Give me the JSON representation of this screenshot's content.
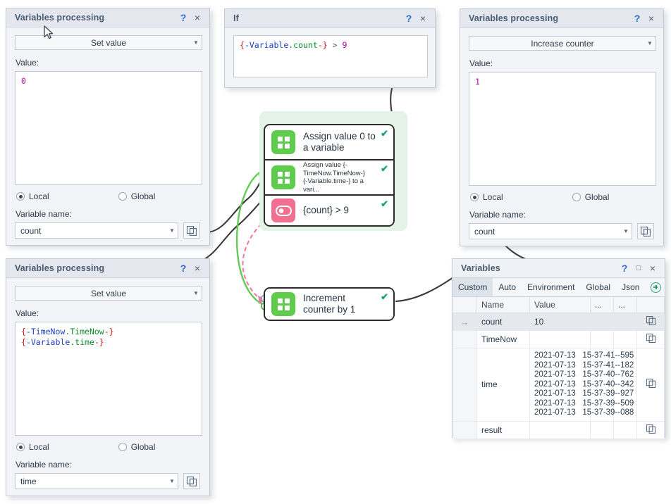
{
  "dialogs": {
    "set_value_count": {
      "title": "Variables processing",
      "help_icon": "?",
      "close_icon": "×",
      "action": "Set value",
      "value_label": "Value:",
      "value_code": "0",
      "scope_local": "Local",
      "scope_global": "Global",
      "scope_selected": "Local",
      "varname_label": "Variable name:",
      "varname_value": "count",
      "copy_icon": "copy-icon"
    },
    "if_condition": {
      "title": "If",
      "help_icon": "?",
      "close_icon": "×",
      "expression": "{-Variable.count-} > 9",
      "expr_tokens": {
        "open_brace": "{",
        "namespace": "-Variable",
        "property": ".count",
        "close_brace": "-}",
        "operator": " > ",
        "number": "9"
      }
    },
    "increase_counter": {
      "title": "Variables processing",
      "help_icon": "?",
      "close_icon": "×",
      "action": "Increase counter",
      "value_label": "Value:",
      "value_code": "1",
      "scope_local": "Local",
      "scope_global": "Global",
      "scope_selected": "Local",
      "varname_label": "Variable name:",
      "varname_value": "count",
      "copy_icon": "copy-icon"
    },
    "set_value_time": {
      "title": "Variables processing",
      "help_icon": "?",
      "close_icon": "×",
      "action": "Set value",
      "value_label": "Value:",
      "value_line1": {
        "open_brace": "{",
        "namespace": "-TimeNow",
        "property": ".TimeNow",
        "close_brace": "-}"
      },
      "value_line2": {
        "open_brace": "{",
        "namespace": "-Variable",
        "property": ".time",
        "close_brace": "-}"
      },
      "scope_local": "Local",
      "scope_global": "Global",
      "scope_selected": "Local",
      "varname_label": "Variable name:",
      "varname_value": "time",
      "copy_icon": "copy-icon"
    }
  },
  "flow": {
    "group_nodes": [
      {
        "label": "Assign value 0 to a variable",
        "icon": "grid-squares-icon",
        "icon_color": "#5fcc4e",
        "status_icon": "check-icon",
        "size": "normal"
      },
      {
        "label": "Assign value {-TimeNow.TimeNow-} {-Variable.time-} to a vari…",
        "icon": "grid-squares-icon",
        "icon_color": "#5fcc4e",
        "status_icon": "check-icon",
        "size": "small",
        "lines": [
          "Assign value {-",
          "TimeNow.TimeNow-}",
          "{-Variable.time-} to a vari..."
        ]
      },
      {
        "label": "{count} > 9",
        "icon": "toggle-switch-icon",
        "icon_color": "#f2708f",
        "status_icon": "check-icon",
        "size": "normal"
      }
    ],
    "standalone_node": {
      "label": "Increment counter by 1",
      "icon": "grid-squares-icon",
      "icon_color": "#5fcc4e",
      "status_icon": "check-icon"
    },
    "connector_colors": {
      "success": "#63cc55",
      "failure": "#f07ba3",
      "leader": "#3a3a3a"
    }
  },
  "variables_window": {
    "title": "Variables",
    "help_icon": "?",
    "maximize_icon": "□",
    "close_icon": "×",
    "tabs": [
      {
        "label": "Custom",
        "active": true
      },
      {
        "label": "Auto",
        "active": false
      },
      {
        "label": "Environment",
        "active": false
      },
      {
        "label": "Global",
        "active": false
      },
      {
        "label": "Json",
        "active": false
      }
    ],
    "add_icon": "plus-circle-icon",
    "overflow_icon": "chevron-down-icon",
    "columns": [
      "",
      "Name",
      "Value",
      "...",
      "...",
      ""
    ],
    "rows": [
      {
        "marker": "→",
        "selected": true,
        "name": "count",
        "value": "10",
        "col4": "",
        "col5": "",
        "copy_icon": "copy-icon"
      },
      {
        "marker": "",
        "selected": false,
        "name": "TimeNow",
        "value": "",
        "col4": "",
        "col5": "",
        "copy_icon": "copy-icon"
      },
      {
        "marker": "",
        "selected": false,
        "name": "time",
        "value": "2021-07-13   15-37-41--595\n2021-07-13   15-37-41--182\n2021-07-13   15-37-40--762\n2021-07-13   15-37-40--342\n2021-07-13   15-37-39--927\n2021-07-13   15-37-39--509\n2021-07-13   15-37-39--088",
        "col4": "",
        "col5": "",
        "copy_icon": "copy-icon"
      },
      {
        "marker": "",
        "selected": false,
        "name": "result",
        "value": "",
        "col4": "",
        "col5": "",
        "copy_icon": "copy-icon"
      }
    ]
  },
  "colors": {
    "accent_green": "#5fcc4e",
    "accent_pink": "#f2708f",
    "check_green": "#16a085",
    "group_bg": "#e3f3e8",
    "title_blue": "#4a5c73",
    "help_blue": "#2a6fc9"
  }
}
